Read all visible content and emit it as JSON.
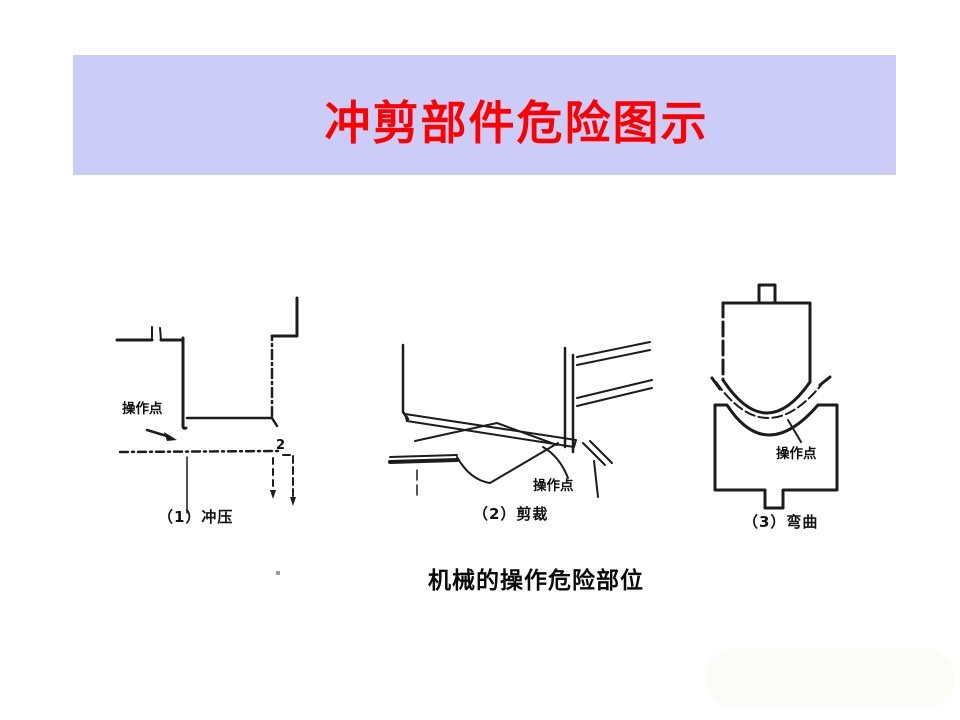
{
  "slide": {
    "title": "冲剪部件危险图示",
    "title_color": "#ff0000",
    "banner_color": "#ccccf8",
    "figure_caption": "机械的操作危险部位"
  },
  "diagrams": [
    {
      "name": "stamping",
      "caption": "（1）冲压",
      "hazard_label": "操作点",
      "scan_mark": "2"
    },
    {
      "name": "shearing",
      "caption": "（2）剪裁",
      "hazard_label": "操作点"
    },
    {
      "name": "bending",
      "caption": "（3）弯曲",
      "hazard_label": "操作点"
    }
  ]
}
